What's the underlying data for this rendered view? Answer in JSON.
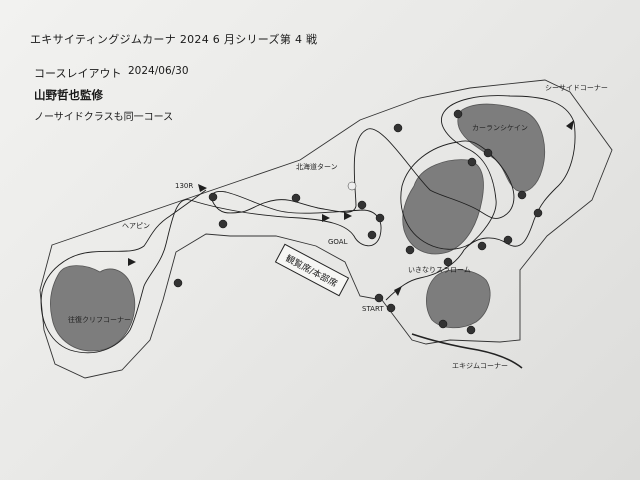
{
  "header": {
    "title": "エキサイティングジムカーナ 2024 6 月シリーズ第 4 戦",
    "subtitle": "コースレイアウト",
    "date": "2024/06/30",
    "supervisor": "山野哲也監修",
    "note": "ノーサイドクラスも同一コース"
  },
  "labels": {
    "seaside_corner": "シーサイドコーナー",
    "karansikein": "カーランシケイン",
    "hokkaido_turn": "北海道ターン",
    "r130": "130R",
    "hairpin": "ヘアピン",
    "goal": "GOAL",
    "start": "START",
    "spectator": "観覧席/本部席",
    "ikinari_slalom": "いきなりスラローム",
    "round_trip_cliff": "往復クリフコーナー",
    "exiga_corner": "エキジムコーナー"
  },
  "colors": {
    "paper": "#eeeeec",
    "island": "#7d7d7d",
    "pylon": "#333333",
    "ink": "#1a1a1a"
  }
}
